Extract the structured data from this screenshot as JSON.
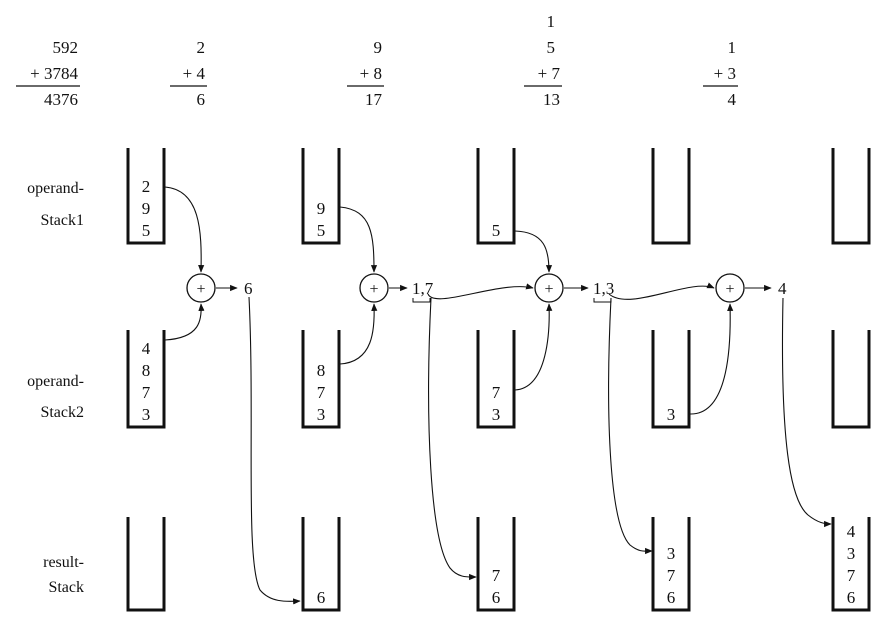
{
  "labels": {
    "stack1": [
      "operand-",
      "Stack1"
    ],
    "stack2": [
      "operand-",
      "Stack2"
    ],
    "result": [
      "result-",
      "Stack"
    ]
  },
  "sums": [
    {
      "carry": "",
      "top": "592",
      "bottom": "+ 3784",
      "result": "4376"
    },
    {
      "carry": "",
      "top": "2",
      "bottom": "+ 4",
      "result": "6"
    },
    {
      "carry": "",
      "top": "9",
      "bottom": "+ 8",
      "result": "17"
    },
    {
      "carry": "1",
      "top": "5",
      "bottom": "+ 7",
      "result": "13"
    },
    {
      "carry": "",
      "top": "1",
      "bottom": "+ 3",
      "result": "4"
    }
  ],
  "steps": [
    {
      "stack1": [
        "2",
        "9",
        "5"
      ],
      "stack2": [
        "4",
        "8",
        "7",
        "3"
      ],
      "result_stack": [],
      "op": "+",
      "out": "6"
    },
    {
      "stack1": [
        "9",
        "5"
      ],
      "stack2": [
        "8",
        "7",
        "3"
      ],
      "result_stack": [
        "6"
      ],
      "op": "+",
      "out": "1,7"
    },
    {
      "stack1": [
        "5"
      ],
      "stack2": [
        "7",
        "3"
      ],
      "result_stack": [
        "7",
        "6"
      ],
      "op": "+",
      "out": "1,3"
    },
    {
      "stack1": [],
      "stack2": [
        "3"
      ],
      "result_stack": [
        "3",
        "7",
        "6"
      ],
      "op": "+",
      "out": "4"
    },
    {
      "stack1": [],
      "stack2": [],
      "result_stack": [
        "4",
        "3",
        "7",
        "6"
      ],
      "op": "",
      "out": ""
    }
  ],
  "colors": {
    "ink": "#111111",
    "background": "#ffffff"
  }
}
